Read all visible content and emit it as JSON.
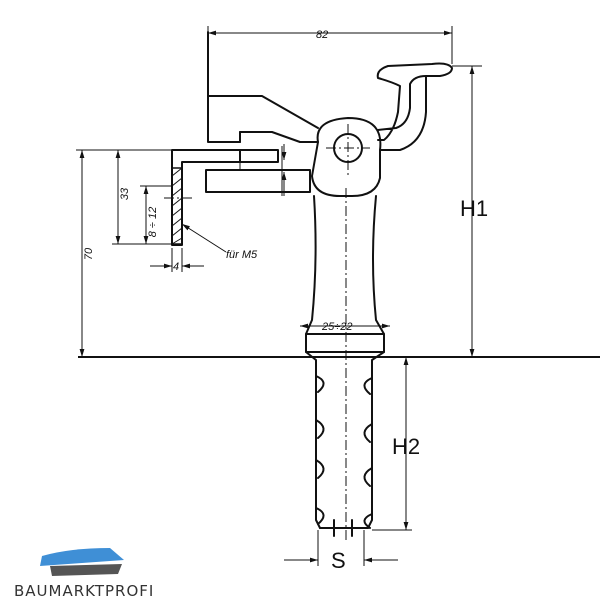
{
  "dimensions": {
    "width_top": "82",
    "height_left": "70",
    "height_inner": "33",
    "slot": "8 ÷ 12",
    "thickness": "4",
    "screw": "für M5",
    "neck": "25÷22",
    "h1": "H1",
    "h2": "H2",
    "s": "S"
  },
  "logo": {
    "text": "BAUMARKTPROFI",
    "color": "#3f8fd6"
  }
}
